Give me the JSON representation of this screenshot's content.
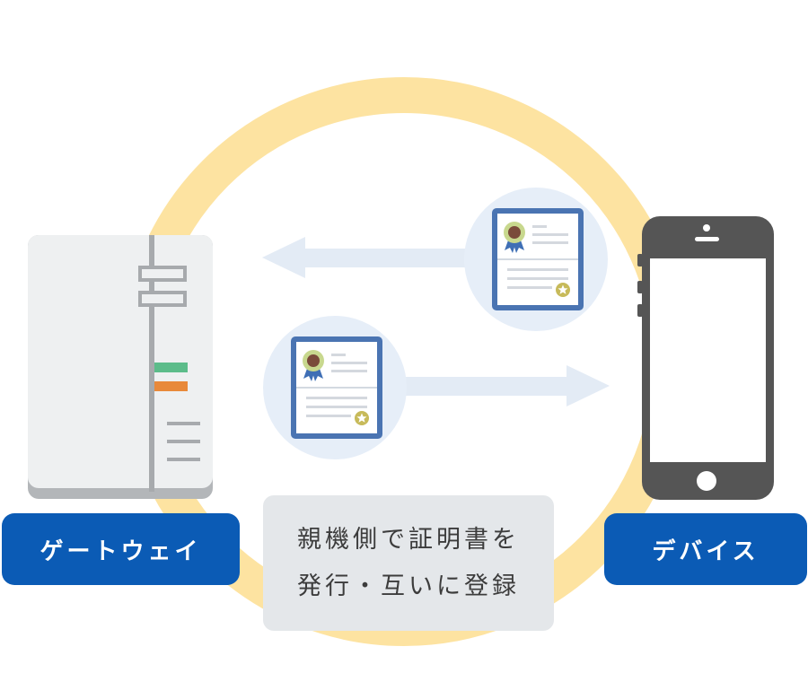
{
  "gateway": {
    "label": "ゲートウェイ"
  },
  "device": {
    "label": "デバイス"
  },
  "caption": {
    "line1": "親機側で証明書を",
    "line2": "発行・互いに登録"
  },
  "colors": {
    "ring": "#fde3a1",
    "label_bg": "#0b5bb5",
    "caption_bg": "#e4e7ea",
    "arrow": "#e3ebf5",
    "cert_circle": "#e6eef8",
    "cert_frame": "#4a74b2",
    "phone_body": "#555555",
    "gateway_body": "#eef0f1",
    "led_green": "#5cbc8a",
    "led_orange": "#e8893a"
  }
}
